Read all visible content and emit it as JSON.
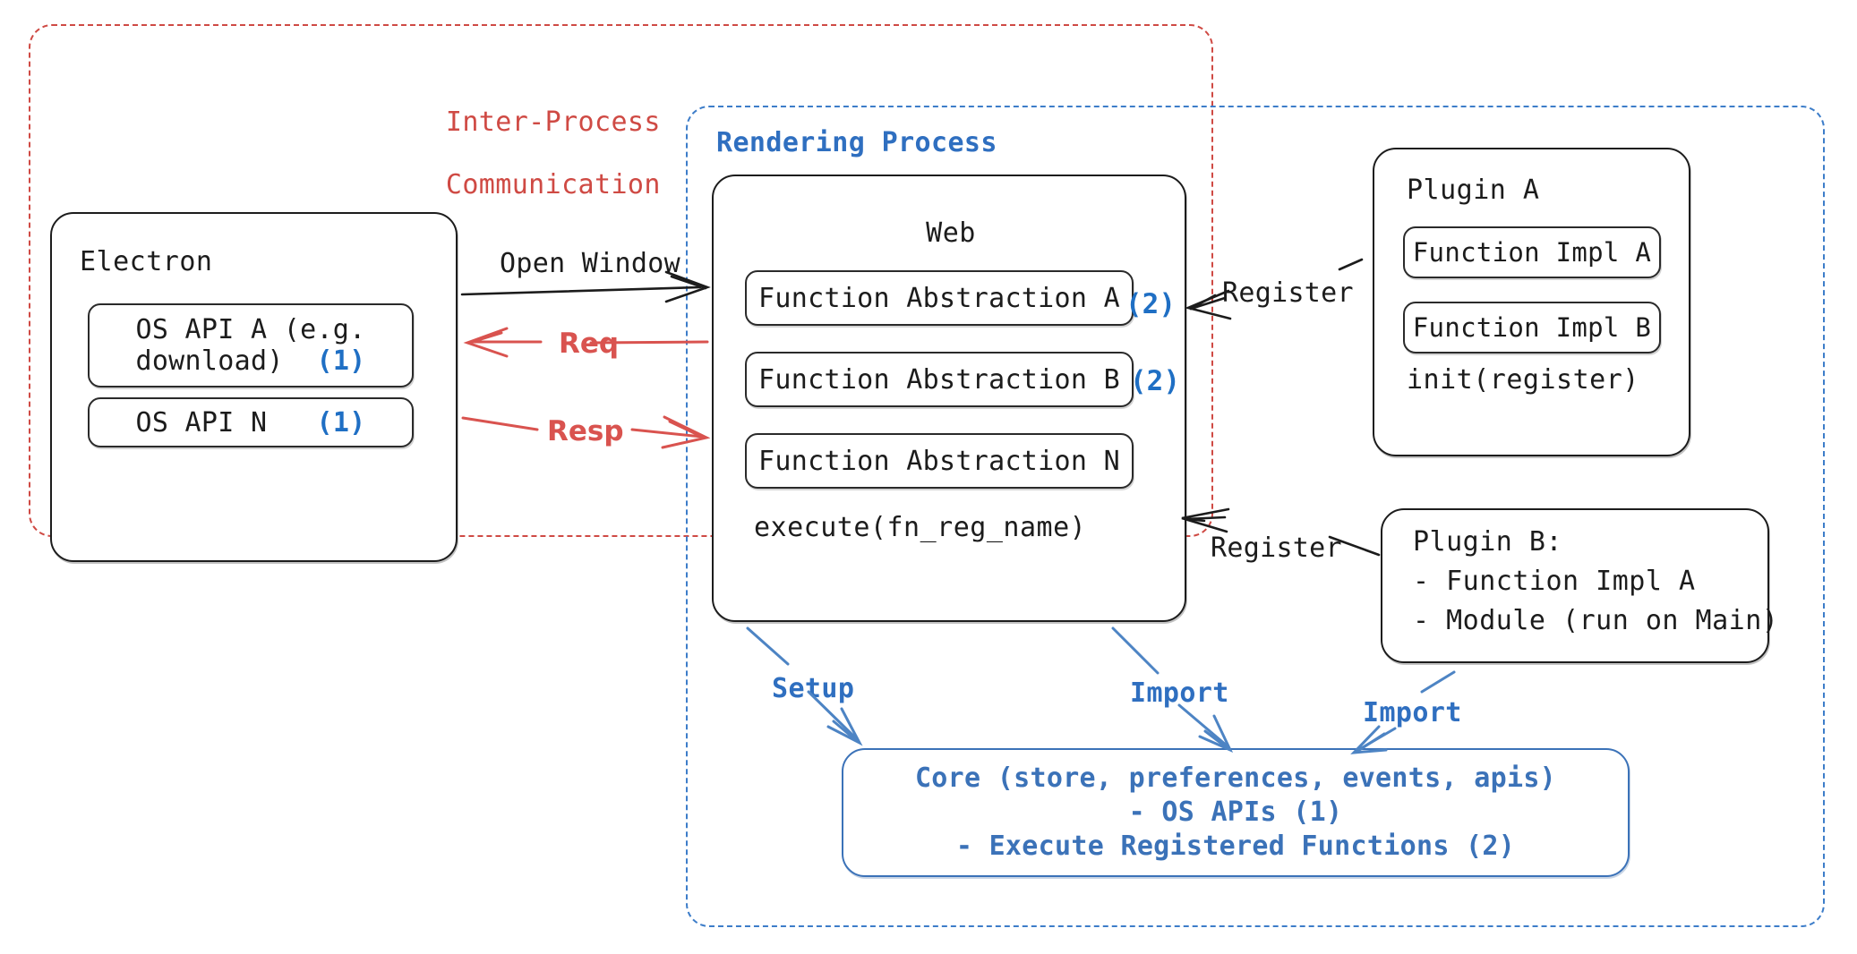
{
  "diagram": {
    "title": "Electron plugin architecture",
    "colors": {
      "ipc_red": "#cf4a44",
      "render_blue": "#3d7dc9",
      "core_blue": "#3b72b8",
      "marker_blue": "#1f6fc4",
      "arrow_red": "#d9534f",
      "ink_black": "#1c1c1c"
    }
  },
  "ipc_region": {
    "label_line1": "Inter-Process",
    "label_line2": "Communication"
  },
  "electron": {
    "title": "Electron",
    "apis": [
      {
        "label_line1": "OS API A (e.g.",
        "label_line2": "download)",
        "marker": "(1)"
      },
      {
        "label_line1": "OS API N",
        "label_line2": "",
        "marker": "(1)"
      }
    ]
  },
  "rendering_process": {
    "label": "Rendering Process"
  },
  "web": {
    "title": "Web",
    "functions": [
      {
        "label": "Function Abstraction A",
        "marker": "(2)"
      },
      {
        "label": "Function Abstraction B",
        "marker": "(2)"
      },
      {
        "label": "Function Abstraction N",
        "marker": ""
      }
    ],
    "execute": "execute(fn_reg_name)"
  },
  "plugin_a": {
    "title": "Plugin A",
    "items": [
      "Function Impl A",
      "Function Impl B"
    ],
    "init": "init(register)"
  },
  "plugin_b": {
    "title": "Plugin B:",
    "lines": [
      "- Function Impl A",
      "- Module (run on Main)"
    ]
  },
  "core": {
    "line1": "Core (store, preferences, events, apis)",
    "line2": "- OS APIs (1)",
    "line3": "- Execute Registered Functions (2)"
  },
  "edges": {
    "open_window": "Open Window",
    "req": "Req",
    "resp": "Resp",
    "register_a": "Register",
    "register_b": "Register",
    "setup": "Setup",
    "import_web": "Import",
    "import_plugin_b": "Import"
  }
}
